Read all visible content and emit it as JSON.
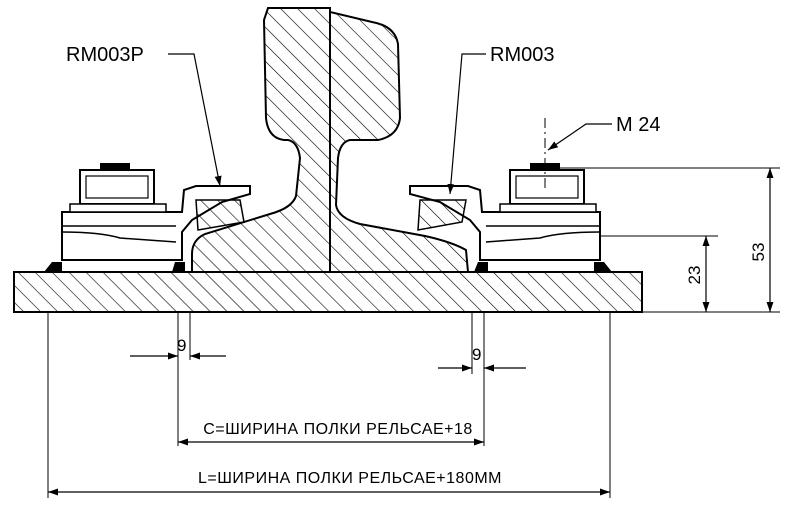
{
  "labels": {
    "left_clip": "RM003P",
    "right_clip": "RM003",
    "bolt": "M 24"
  },
  "dimensions": {
    "height_total": "53",
    "height_base": "23",
    "offset_left": "9",
    "offset_right": "9",
    "c_formula": "C=ШИРИНА ПОЛКИ РЕЛЬСАЕ+18",
    "l_formula": "L=ШИРИНА ПОЛКИ  РЕЛЬСАЕ+180ММ"
  },
  "colors": {
    "line": "#000000",
    "background": "#ffffff"
  }
}
